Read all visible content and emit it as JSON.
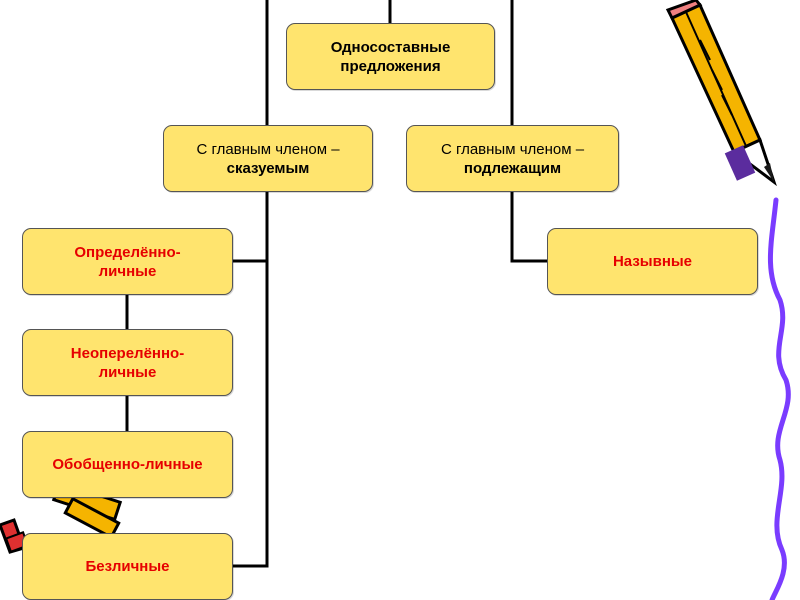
{
  "root": {
    "line1": "Односоставные",
    "line2": "предложения"
  },
  "predicate_branch": {
    "line1": "С главным членом –",
    "line2": "сказуемым"
  },
  "subject_branch": {
    "line1": "С главным членом –",
    "line2": "подлежащим"
  },
  "predicate_types": [
    {
      "line1": "Определённо-",
      "line2": "личные"
    },
    {
      "line1": "Неоперелённо-",
      "line2": "личные"
    },
    {
      "line1": "Обобщенно-личные",
      "line2": ""
    },
    {
      "line1": "Безличные",
      "line2": ""
    }
  ],
  "subject_types": [
    {
      "line1": "Назывные",
      "line2": ""
    }
  ],
  "colors": {
    "box_fill": "#ffe46e",
    "box_border": "#555555",
    "category_text": "#e60000",
    "connector": "#000000",
    "squiggle": "#7a3cff"
  },
  "decorations": [
    "pencil-icon",
    "pencils-icon",
    "squiggle-line"
  ]
}
